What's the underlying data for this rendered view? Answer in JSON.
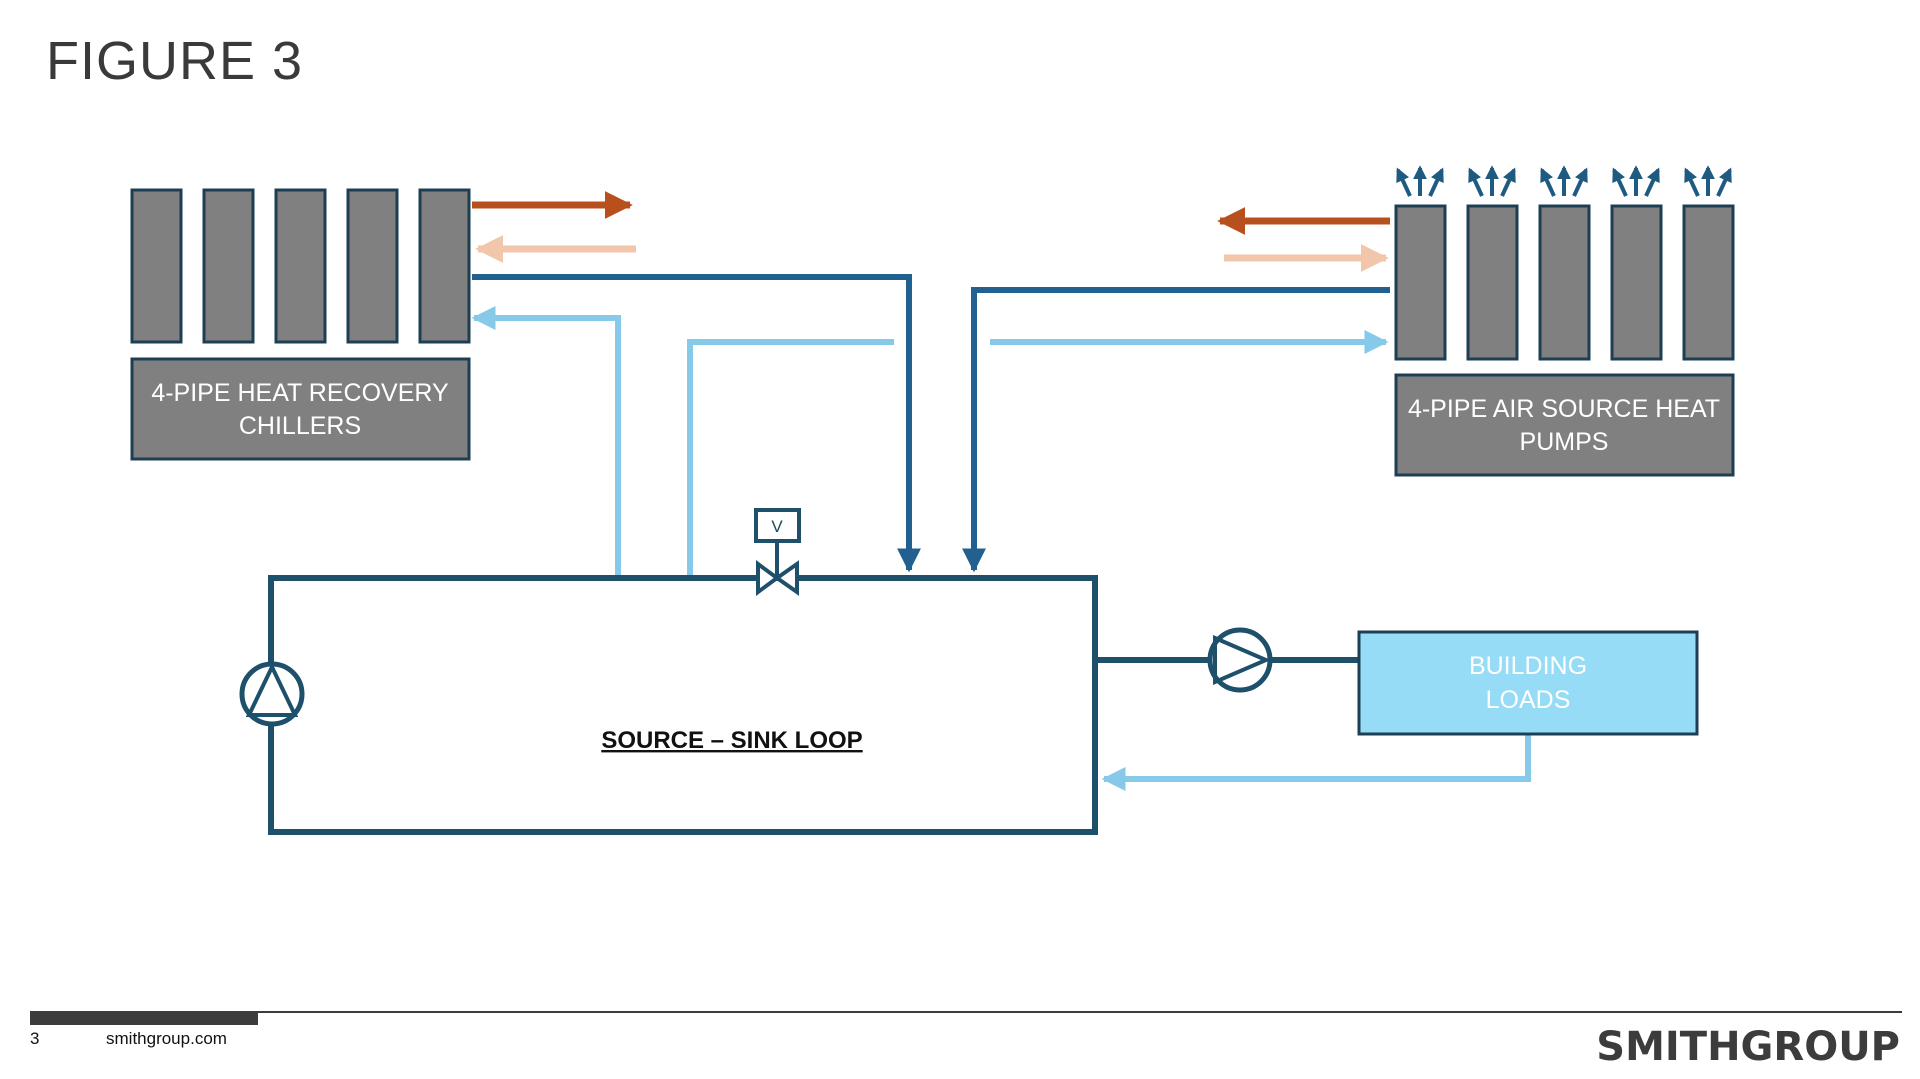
{
  "title": "FIGURE 3",
  "labels": {
    "chillers_line1": "4-PIPE HEAT RECOVERY",
    "chillers_line2": "CHILLERS",
    "heat_pumps_line1": "4-PIPE AIR SOURCE HEAT",
    "heat_pumps_line2": "PUMPS",
    "building_loads_line1": "BUILDING",
    "building_loads_line2": "LOADS",
    "loop": "SOURCE – SINK LOOP",
    "valve": "V"
  },
  "footer": {
    "page_number": "3",
    "website": "smithgroup.com",
    "logo_text": "SMITHGROUP"
  },
  "colors": {
    "unit_gray": "#808080",
    "unit_border": "#1c3f54",
    "loop_dark": "#1e4f6b",
    "pipe_dark_blue": "#22608f",
    "pipe_light_blue": "#87c9e8",
    "hot_supply": "#b8501e",
    "hot_return": "#f2c6ab",
    "building_fill": "#97dcf6",
    "fan_arrow": "#1f5a80"
  }
}
